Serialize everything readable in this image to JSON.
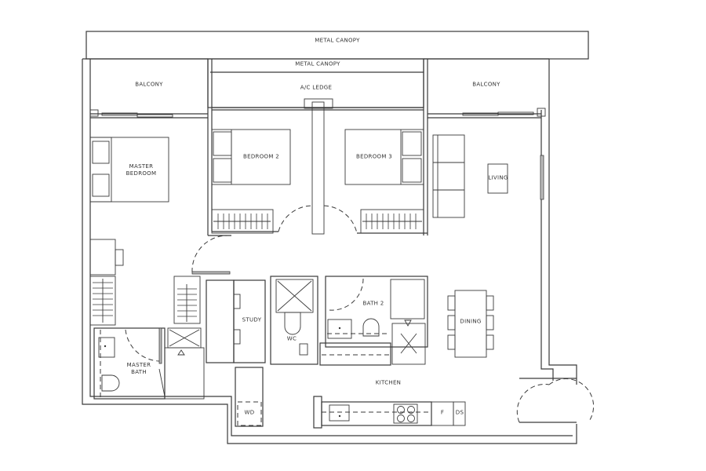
{
  "floor_plan": {
    "labels": {
      "metal_canopy_outer": "METAL CANOPY",
      "metal_canopy_inner": "METAL CANOPY",
      "ac_ledge": "A/C LEDGE",
      "balcony_left": "BALCONY",
      "balcony_right": "BALCONY",
      "master_bedroom": "MASTER\nBEDROOM",
      "bedroom_2": "BEDROOM 2",
      "bedroom_3": "BEDROOM 3",
      "living": "LIVING",
      "study": "STUDY",
      "wc": "WC",
      "bath_2": "BATH 2",
      "dining": "DINING",
      "master_bath": "MASTER\nBATH",
      "kitchen": "KITCHEN",
      "wd": "WD",
      "fridge": "F",
      "ds": "DS"
    },
    "colors": {
      "line": "#3a3a3a",
      "background": "#ffffff"
    }
  }
}
